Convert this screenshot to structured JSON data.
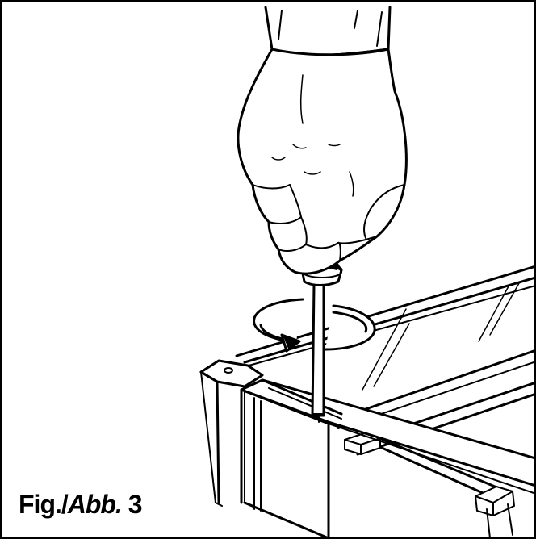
{
  "figure": {
    "label_prefix": "Fig./",
    "label_italic": "Abb.",
    "label_number": " 3"
  },
  "colors": {
    "ink": "#000000",
    "paper": "#ffffff"
  },
  "icons": {
    "rotation": "rotation-arrow-icon",
    "tool": "screwdriver-icon"
  }
}
